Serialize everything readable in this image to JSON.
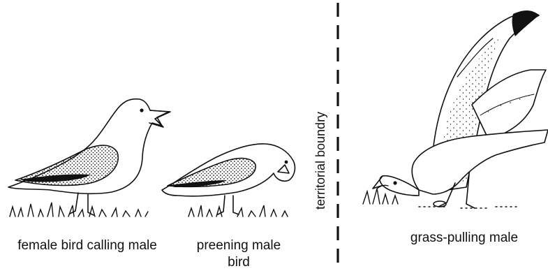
{
  "figure": {
    "captions": {
      "female": "female bird calling male",
      "preening": "preening male bird",
      "grass_pulling": "grass-pulling male"
    },
    "boundary_label": "territorial boundry"
  },
  "colors": {
    "ink": "#111111",
    "background": "#ffffff"
  }
}
